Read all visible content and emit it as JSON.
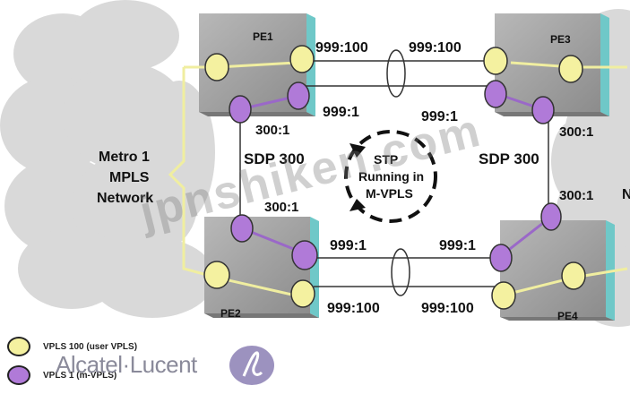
{
  "routers": {
    "pe1": "PE1",
    "pe2": "PE2",
    "pe3": "PE3",
    "pe4": "PE4"
  },
  "labels": {
    "sap_pe1_top": "999:100",
    "sap_pe3_top": "999:100",
    "sap_pe1_m": "999:1",
    "sap_pe3_m": "999:1",
    "sap_pe2_m": "999:1",
    "sap_pe4_m": "999:1",
    "sap_pe2_bottom": "999:100",
    "sap_pe4_bottom": "999:100",
    "sdp_pe1": "300:1",
    "sdp_pe2": "300:1",
    "sdp_pe3": "300:1",
    "sdp_pe4": "300:1",
    "sdp_left": "SDP 300",
    "sdp_right": "SDP 300"
  },
  "stp": {
    "line1": "STP",
    "line2": "Running in",
    "line3": "M-VPLS"
  },
  "network": {
    "line1": "Metro 1",
    "line2": "MPLS",
    "line3": "Network",
    "right_fragment": "N"
  },
  "legend": {
    "vpls100": "VPLS 100 (user VPLS)",
    "vpls1": "VPLS 1 (m-VPLS)"
  },
  "brand": {
    "name": "Alcatel·Lucent",
    "logo_glyph": "ɑ"
  },
  "watermark": "jpnshiken.com",
  "colors": {
    "yellow": "#f4f1a0",
    "purple": "#b07ad8",
    "box": "#9a9a9a",
    "box_side": "#6fc8c8",
    "cloud": "#d8d8d8"
  }
}
